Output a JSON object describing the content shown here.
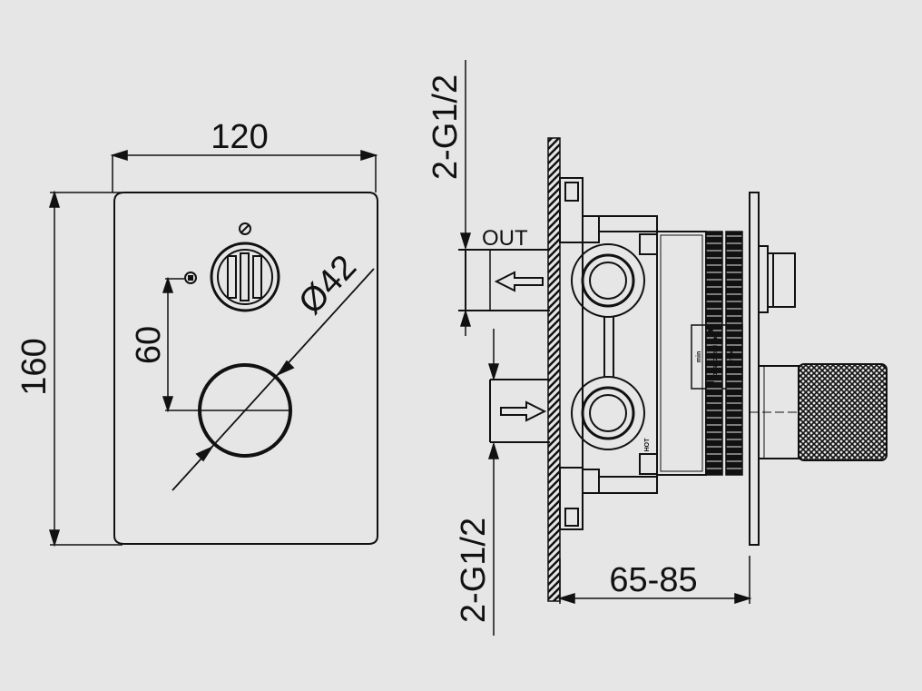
{
  "front_view": {
    "width_dim": "120",
    "height_dim": "160",
    "offset_dim": "60",
    "diameter_dim": "Ø42"
  },
  "side_view": {
    "outlet_thread_dim": "2-G1/2",
    "inlet_thread_dim": "2-G1/2",
    "out_label": "OUT",
    "depth_dim": "65-85",
    "label_plate_lines": [
      "min",
      "best position",
      "max"
    ],
    "hot_label": "HOT"
  }
}
